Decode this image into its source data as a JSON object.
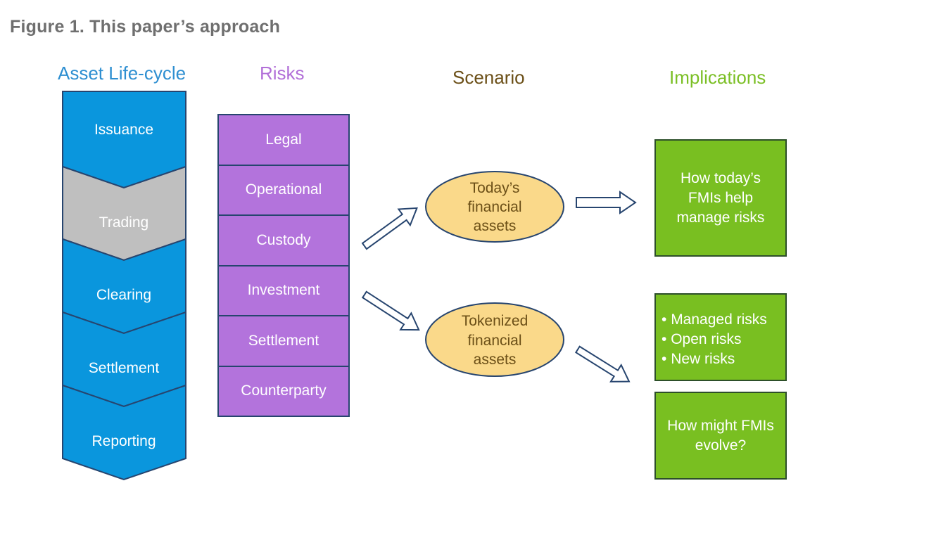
{
  "figure_title": "Figure 1. This paper’s approach",
  "columns": {
    "life_cycle": "Asset Life-cycle",
    "risks": "Risks",
    "scenario": "Scenario",
    "implications": "Implications"
  },
  "life_cycle_stages": [
    "Issuance",
    "Trading",
    "Clearing",
    "Settlement",
    "Reporting"
  ],
  "risks": [
    "Legal",
    "Operational",
    "Custody",
    "Investment",
    "Settlement",
    "Counterparty"
  ],
  "scenarios": [
    {
      "lines": [
        "Today’s",
        "financial",
        "assets"
      ]
    },
    {
      "lines": [
        "Tokenized",
        "financial",
        "assets"
      ]
    }
  ],
  "implications": [
    {
      "lines": [
        "How today’s",
        "FMIs help",
        "manage risks"
      ]
    },
    {
      "items": [
        "Managed risks",
        "Open risks",
        "New risks"
      ]
    },
    {
      "lines": [
        "How might FMIs",
        "evolve?"
      ]
    }
  ],
  "colors": {
    "blue": "#0a96dd",
    "gray": "#bfbfbf",
    "purple": "#b373dc",
    "yellow": "#fad98a",
    "green": "#79bf21",
    "outline": "#27456f"
  }
}
